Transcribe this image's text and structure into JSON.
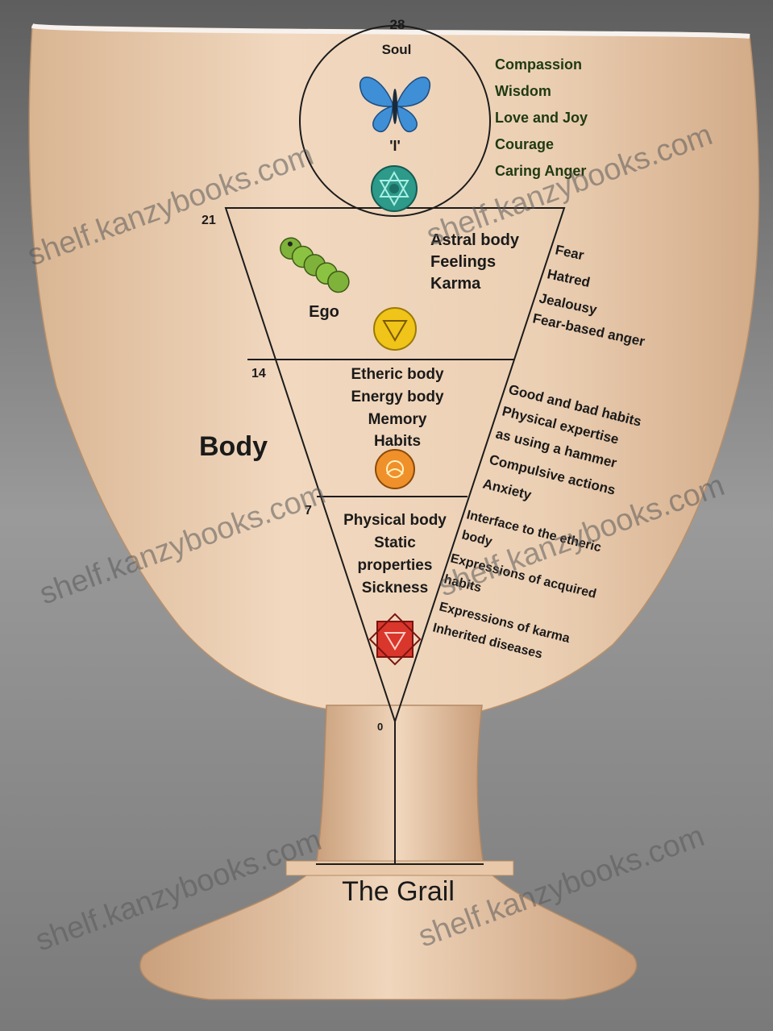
{
  "levels": {
    "l28": "28",
    "l21": "21",
    "l14": "14",
    "l7": "7",
    "l0": "0"
  },
  "soul": {
    "label": "Soul",
    "i_label": "'I'",
    "qualities": [
      "Compassion",
      "Wisdom",
      "Love and Joy",
      "Courage",
      "Caring Anger"
    ]
  },
  "astral": {
    "lines": [
      "Astral body",
      "Feelings",
      "Karma"
    ],
    "ego": "Ego",
    "emotions": [
      "Fear",
      "Hatred",
      "Jealousy",
      "Fear-based anger"
    ]
  },
  "etheric": {
    "lines": [
      "Etheric body",
      "Energy body",
      "Memory",
      "Habits"
    ],
    "notes": [
      "Good and bad habits",
      "Physical expertise",
      "as using a hammer",
      "Compulsive actions",
      "Anxiety"
    ]
  },
  "body_label": "Body",
  "physical": {
    "lines": [
      "Physical body",
      "Static",
      "properties",
      "Sickness"
    ],
    "notes": [
      "Interface to the etheric",
      "body",
      "Expressions of acquired",
      "habits",
      "Expressions of karma",
      "Inherited diseases"
    ]
  },
  "grail_label": "The Grail",
  "watermark": "shelf.kanzybooks.com",
  "icons": {
    "butterfly": "butterfly-icon",
    "heart_chakra": "heart-chakra-icon",
    "caterpillar": "caterpillar-icon",
    "solar_plexus": "solar-plexus-chakra-icon",
    "sacral": "sacral-chakra-icon",
    "root": "root-chakra-icon"
  },
  "colors": {
    "wood": "#e9c9ac",
    "background": "#8a8a8a",
    "butterfly": "#3f8fd6",
    "heart_chakra": "#2d9a8a",
    "solar_plexus": "#f0c418",
    "sacral": "#f0902a",
    "root": "#d9362c"
  }
}
